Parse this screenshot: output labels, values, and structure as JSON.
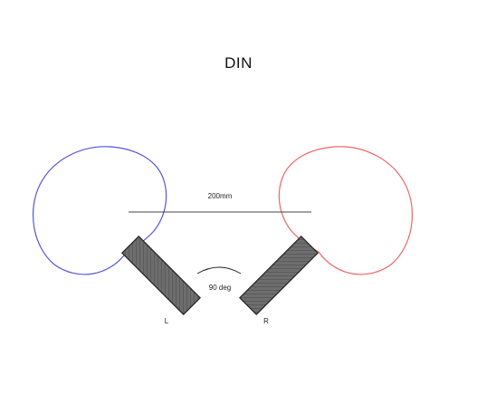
{
  "title": "DIN",
  "spacing_label": "200mm",
  "angle_label": "90 deg",
  "mics": {
    "left": {
      "label": "L",
      "pattern_color": "#5555dd"
    },
    "right": {
      "label": "R",
      "pattern_color": "#ee6666"
    }
  },
  "colors": {
    "mic_body_fill": "#6d6d6d",
    "mic_body_stroke": "#222222",
    "line": "#444444"
  }
}
